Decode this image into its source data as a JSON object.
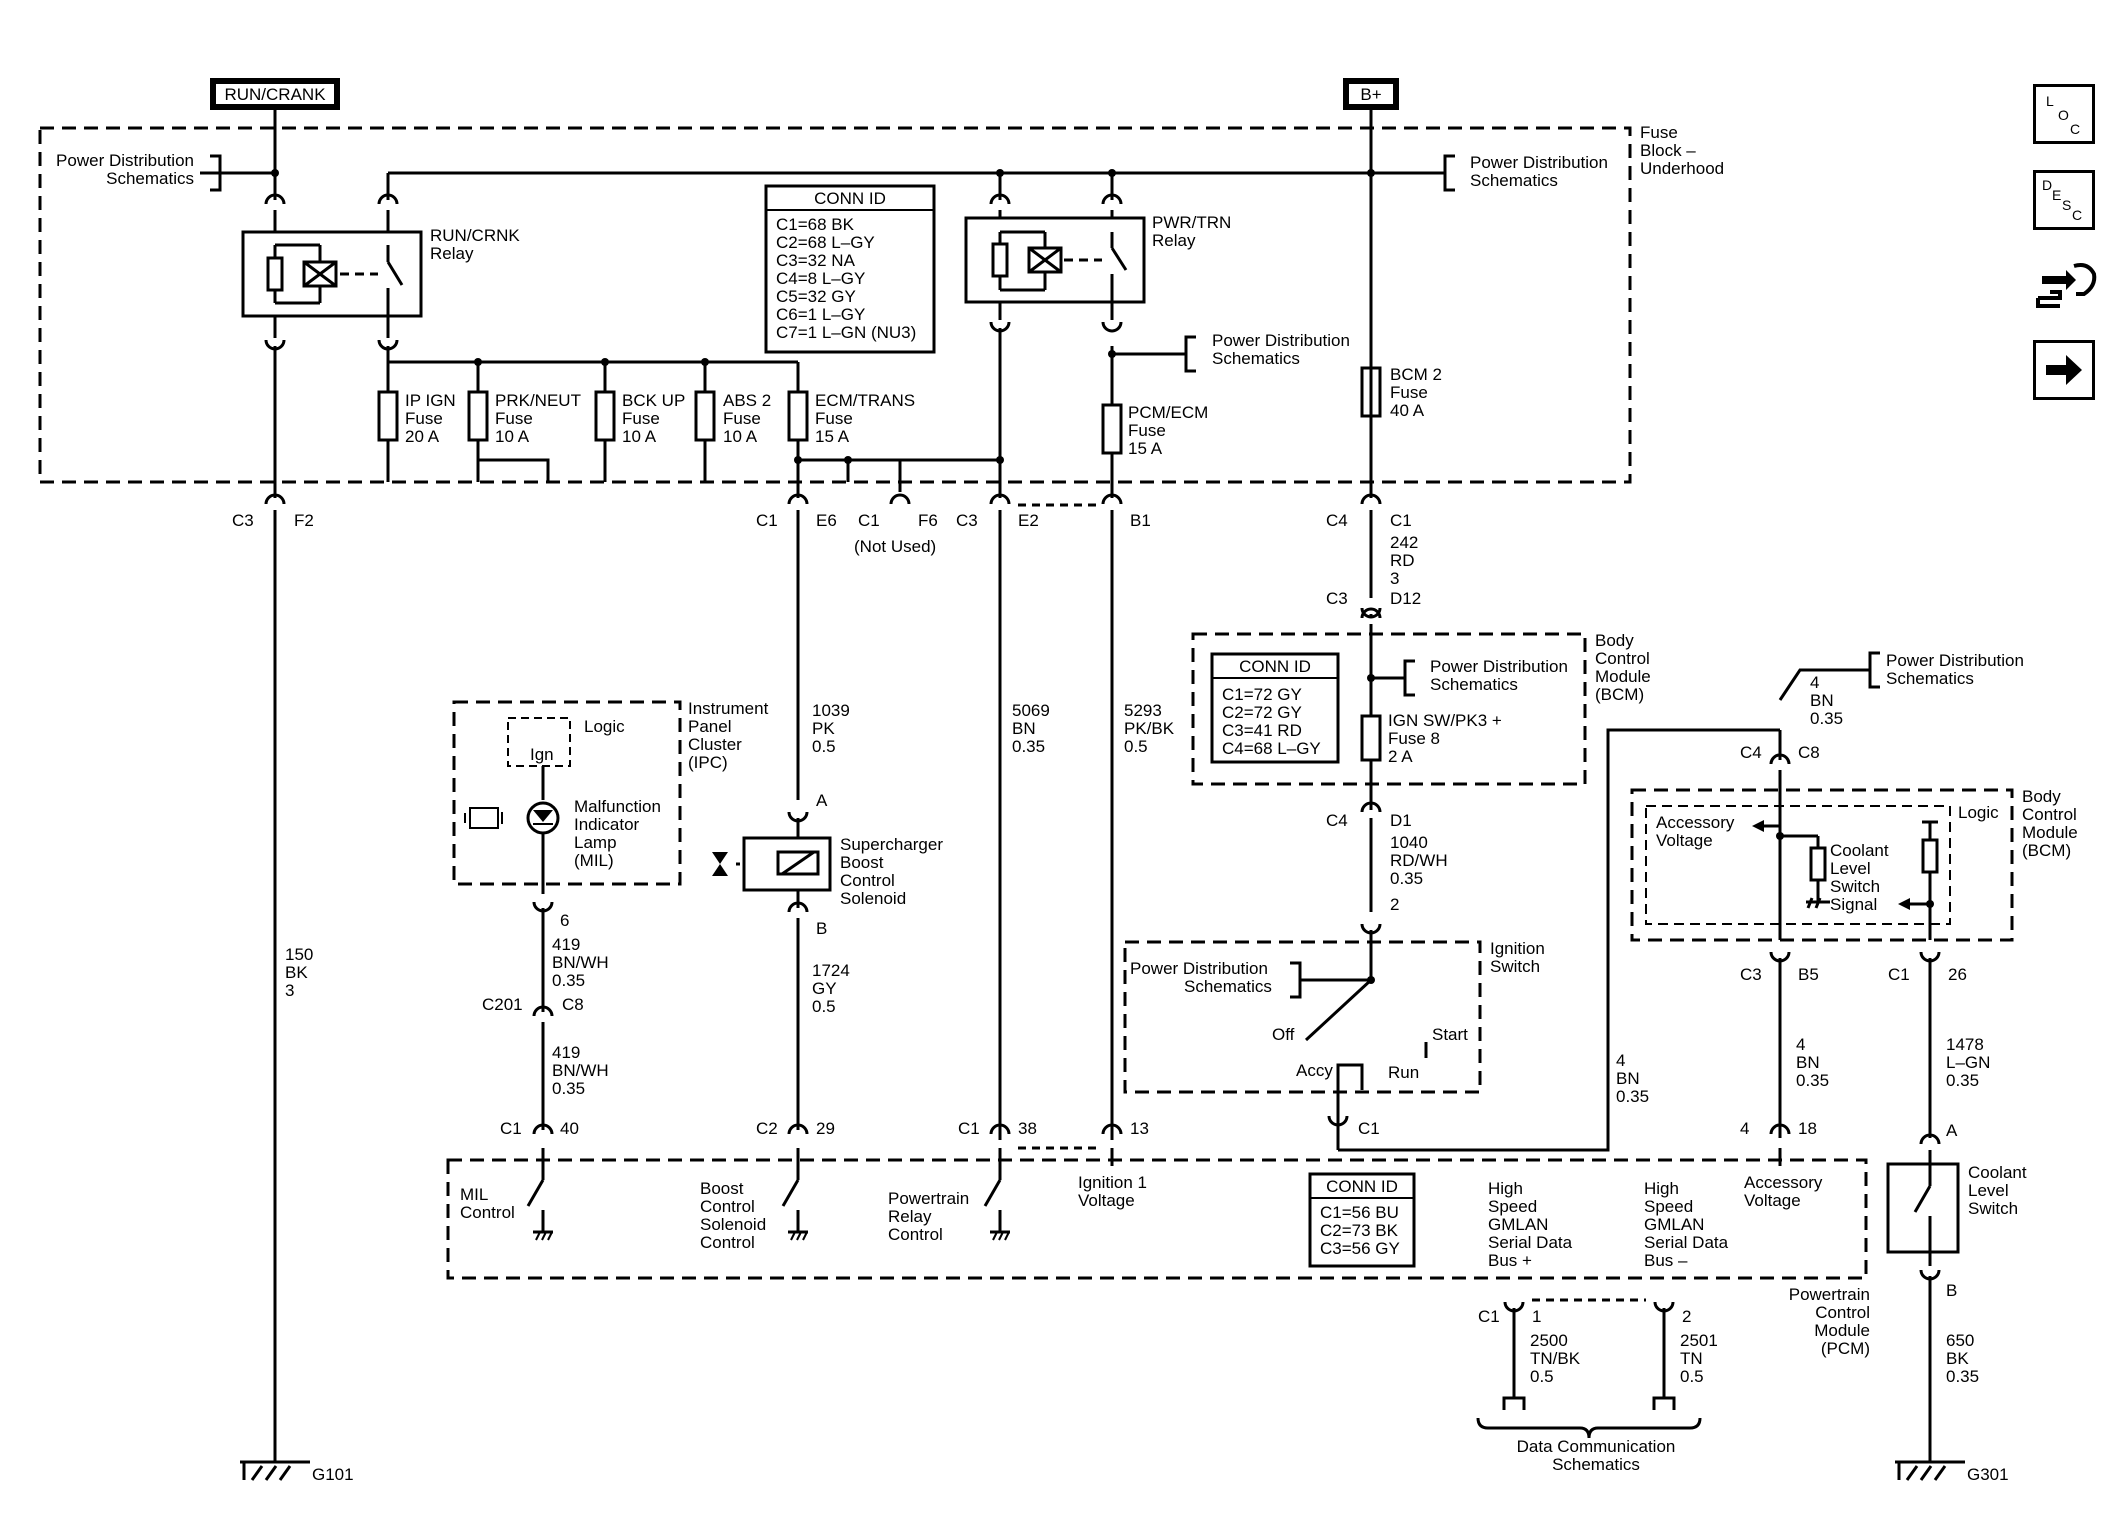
{
  "header": {
    "run_crank": "RUN/CRANK",
    "b_plus": "B+"
  },
  "nav": {
    "loc": [
      "L",
      "O",
      "C"
    ],
    "desc": [
      "D",
      "E",
      "S",
      "C"
    ]
  },
  "fuse_block": {
    "title": [
      "Fuse",
      "Block –",
      "Underhood"
    ],
    "power_dist_left": [
      "Power Distribution",
      "Schematics"
    ],
    "power_dist_right": [
      "Power Distribution",
      "Schematics"
    ],
    "power_dist_pcm": [
      "Power Distribution",
      "Schematics"
    ],
    "run_relay": [
      "RUN/CRNK",
      "Relay"
    ],
    "pwr_relay": [
      "PWR/TRN",
      "Relay"
    ],
    "conn_id": {
      "title": "CONN ID",
      "rows": [
        "C1=68 BK",
        "C2=68 L–GY",
        "C3=32 NA",
        "C4=8 L–GY",
        "C5=32 GY",
        "C6=1 L–GY",
        "C7=1 L–GN (NU3)"
      ]
    },
    "fuses": [
      {
        "lines": [
          "IP IGN",
          "Fuse",
          "20 A"
        ]
      },
      {
        "lines": [
          "PRK/NEUT",
          "Fuse",
          "10 A"
        ]
      },
      {
        "lines": [
          "BCK UP",
          "Fuse",
          "10 A"
        ]
      },
      {
        "lines": [
          "ABS 2",
          "Fuse",
          "10 A"
        ]
      },
      {
        "lines": [
          "ECM/TRANS",
          "Fuse",
          "15 A"
        ]
      },
      {
        "lines": [
          "PCM/ECM",
          "Fuse",
          "15 A"
        ]
      },
      {
        "lines": [
          "BCM 2",
          "Fuse",
          "40 A"
        ]
      }
    ]
  },
  "connectors": {
    "c3_f2": [
      "C3",
      "F2"
    ],
    "c1_e6": [
      "C1",
      "E6"
    ],
    "c1_f6": [
      "C1",
      "F6",
      "(Not Used)"
    ],
    "c3_e2": [
      "C3",
      "E2"
    ],
    "b1": "B1",
    "c4_c1": [
      "C4",
      "C1"
    ],
    "c3_d12": [
      "C3",
      "D12"
    ],
    "c4_d1": [
      "C4",
      "D1"
    ],
    "c4_c8": [
      "C4",
      "C8"
    ],
    "c3_b5": [
      "C3",
      "B5"
    ],
    "c1_26": [
      "C1",
      "26"
    ],
    "c201_c8": [
      "C201",
      "C8"
    ],
    "pcm_pins": [
      "C1",
      "40",
      "C2",
      "29",
      "C1",
      "38",
      "13",
      "4",
      "C1",
      "18"
    ],
    "ipc_pin": "6",
    "solenoid_a": "A",
    "solenoid_b": "B",
    "ign_pin2": "2",
    "gmlan": [
      "C1",
      "1",
      "2"
    ],
    "cls_a": "A",
    "cls_b": "B"
  },
  "wires": {
    "w150": [
      "150",
      "BK",
      "3"
    ],
    "w1039": [
      "1039",
      "PK",
      "0.5"
    ],
    "w1724": [
      "1724",
      "GY",
      "0.5"
    ],
    "w5069": [
      "5069",
      "BN",
      "0.35"
    ],
    "w5293": [
      "5293",
      "PK/BK",
      "0.5"
    ],
    "w242": [
      "242",
      "RD",
      "3"
    ],
    "w1040": [
      "1040",
      "RD/WH",
      "0.35"
    ],
    "w419a": [
      "419",
      "BN/WH",
      "0.35"
    ],
    "w419b": [
      "419",
      "BN/WH",
      "0.35"
    ],
    "w4a": [
      "4",
      "BN",
      "0.35"
    ],
    "w4b": [
      "4",
      "BN",
      "0.35"
    ],
    "w4c": [
      "4",
      "BN",
      "0.35"
    ],
    "w1478": [
      "1478",
      "L–GN",
      "0.35"
    ],
    "w650": [
      "650",
      "BK",
      "0.35"
    ],
    "w2500": [
      "2500",
      "TN/BK",
      "0.5"
    ],
    "w2501": [
      "2501",
      "TN",
      "0.5"
    ]
  },
  "ipc": {
    "title": [
      "Instrument",
      "Panel",
      "Cluster",
      "(IPC)"
    ],
    "logic": "Logic",
    "ign": "Ign",
    "mil": [
      "Malfunction",
      "Indicator",
      "Lamp",
      "(MIL)"
    ]
  },
  "solenoid": [
    "Supercharger",
    "Boost",
    "Control",
    "Solenoid"
  ],
  "bcm_top": {
    "title": [
      "Body",
      "Control",
      "Module",
      "(BCM)"
    ],
    "conn_id": {
      "title": "CONN ID",
      "rows": [
        "C1=72 GY",
        "C2=72 GY",
        "C3=41 RD",
        "C4=68 L–GY"
      ]
    },
    "power_dist": [
      "Power Distribution",
      "Schematics"
    ],
    "fuse": [
      "IGN SW/PK3 +",
      "Fuse 8",
      "2 A"
    ]
  },
  "ignition": {
    "title": [
      "Ignition",
      "Switch"
    ],
    "power_dist": [
      "Power Distribution",
      "Schematics"
    ],
    "off": "Off",
    "start": "Start",
    "accy": "Accy",
    "run": "Run"
  },
  "bcm_right": {
    "title": [
      "Body",
      "Control",
      "Module",
      "(BCM)"
    ],
    "logic": "Logic",
    "accessory": [
      "Accessory",
      "Voltage"
    ],
    "coolant": [
      "Coolant",
      "Level",
      "Switch",
      "Signal"
    ],
    "power_dist": [
      "Power Distribution",
      "Schematics"
    ]
  },
  "pcm": {
    "title": [
      "Powertrain",
      "Control",
      "Module",
      "(PCM)"
    ],
    "mil_control": [
      "MIL",
      "Control"
    ],
    "boost_control": [
      "Boost",
      "Control",
      "Solenoid",
      "Control"
    ],
    "relay_control": [
      "Powertrain",
      "Relay",
      "Control"
    ],
    "ign1": [
      "Ignition 1",
      "Voltage"
    ],
    "conn_id": {
      "title": "CONN ID",
      "rows": [
        "C1=56 BU",
        "C2=73 BK",
        "C3=56 GY"
      ]
    },
    "gmlan_plus": [
      "High",
      "Speed",
      "GMLAN",
      "Serial Data",
      "Bus +"
    ],
    "gmlan_minus": [
      "High",
      "Speed",
      "GMLAN",
      "Serial Data",
      "Bus –"
    ],
    "accessory": [
      "Accessory",
      "Voltage"
    ]
  },
  "coolant_switch": [
    "Coolant",
    "Level",
    "Switch"
  ],
  "data_comm": [
    "Data Communication",
    "Schematics"
  ],
  "grounds": {
    "g101": "G101",
    "g301": "G301"
  }
}
